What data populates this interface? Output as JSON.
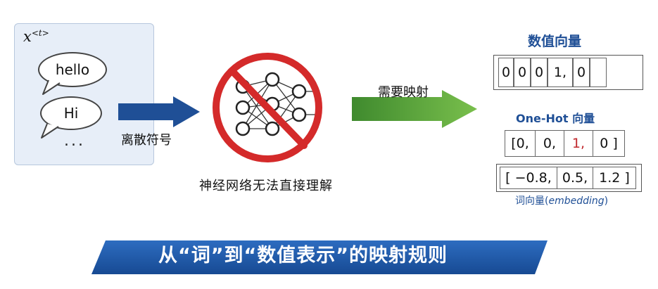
{
  "input_panel": {
    "var_x": "x",
    "var_t": "<t>",
    "bubble_1": "hello",
    "bubble_2": "Hi",
    "ellipsis": "..."
  },
  "labels": {
    "discrete": "离散符号",
    "nn_cannot": "神经网络无法直接理解",
    "need_map": "需要映射"
  },
  "numeric_vector": {
    "title": "数值向量",
    "cells": [
      "0",
      "0",
      "0",
      "1,",
      "0",
      ""
    ]
  },
  "onehot_vector": {
    "title": "One-Hot 向量",
    "cells": [
      "[0,",
      "0,",
      "1,",
      "0 ]"
    ],
    "highlight_index": 2,
    "highlight_color": "#c0282d"
  },
  "embedding_vector": {
    "cells": [
      "[ −0.8,",
      "0.5,",
      "1.2 ]"
    ],
    "caption_prefix": "词向量(",
    "caption_italic": "embedding",
    "caption_suffix": ")"
  },
  "banner": {
    "title": "从“词”到“数值表示”的映射规则"
  },
  "colors": {
    "blue_arrow": "#1f4f96",
    "green_arrow": "#5aa63a",
    "prohibit_red": "#d42a2a",
    "title_blue": "#1f4f96",
    "banner_blue": "#1d57a8"
  }
}
